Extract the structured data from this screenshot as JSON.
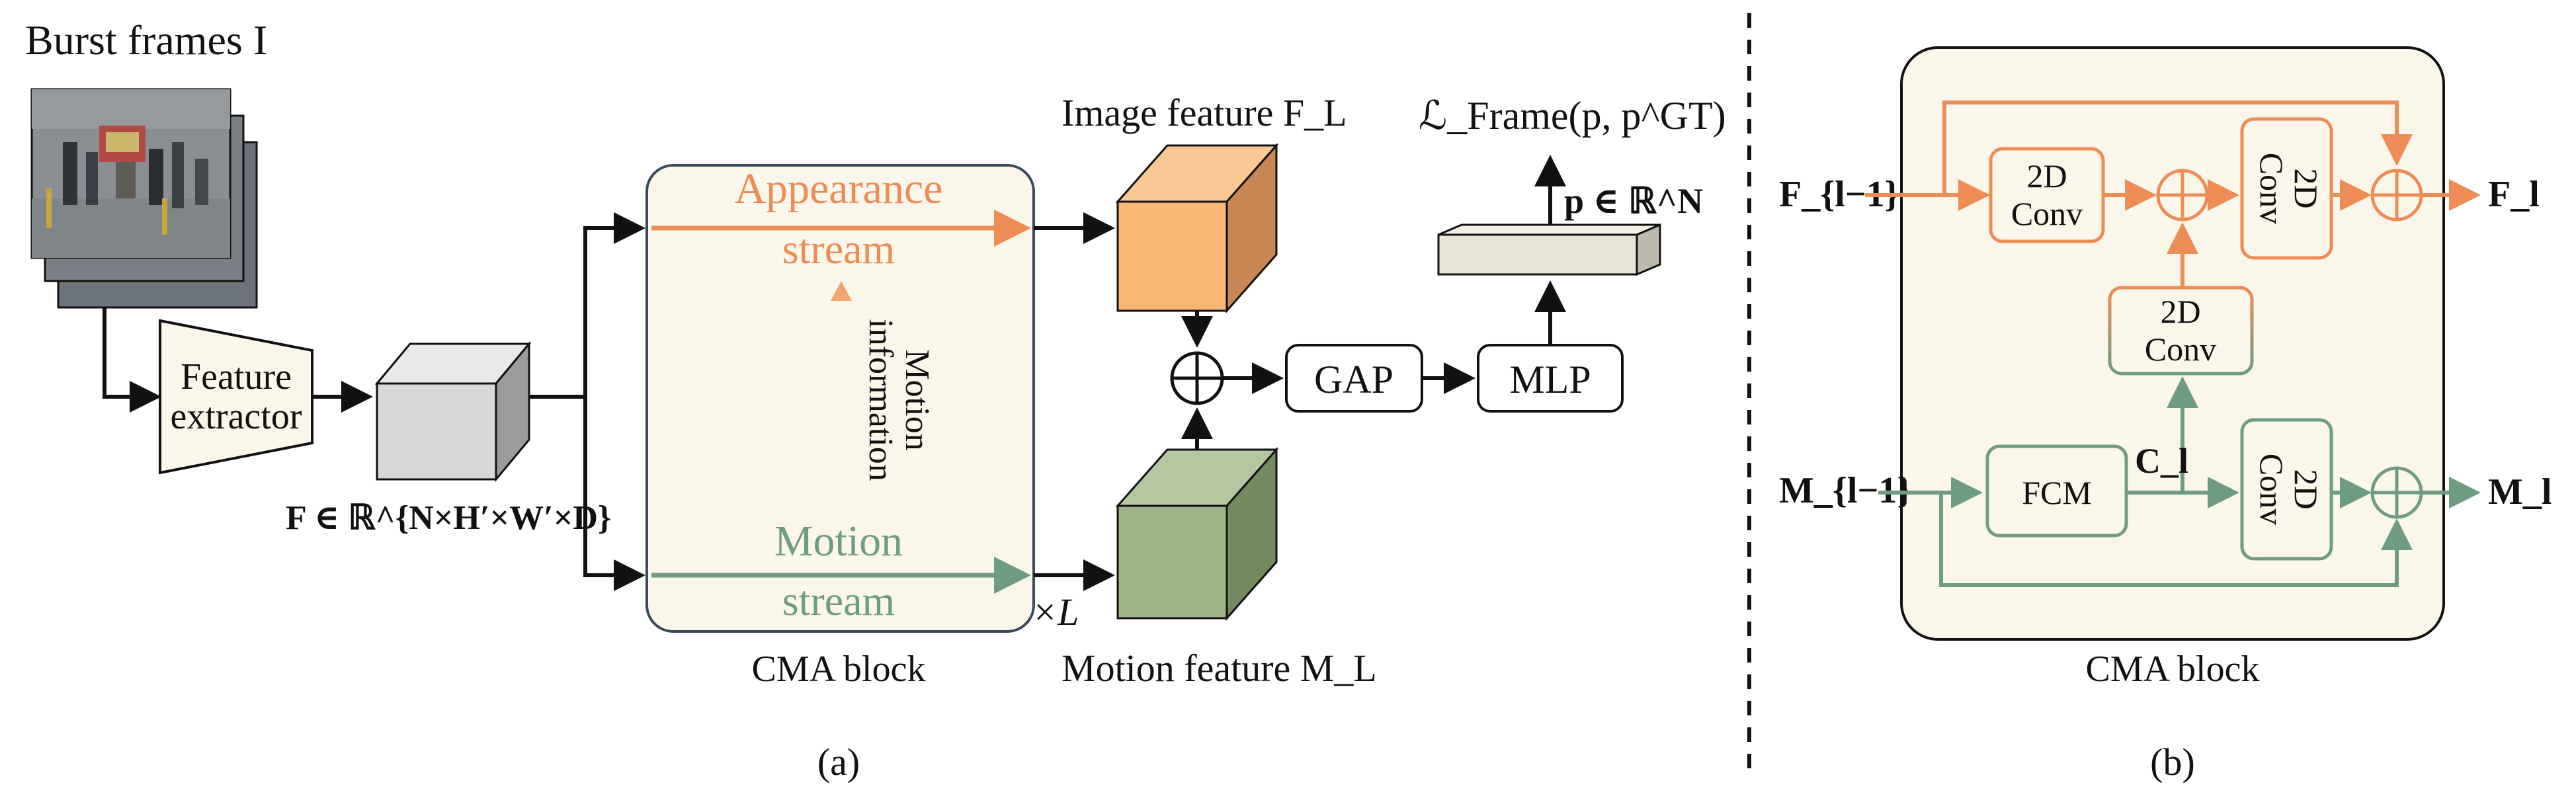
{
  "panel_a": {
    "burst_label": "Burst frames I",
    "feature_extractor": [
      "Feature",
      "extractor"
    ],
    "feature_tensor": "F ∈ ℝ^{N×H′×W′×D}",
    "appearance_stream": [
      "Appearance",
      "stream"
    ],
    "motion_information": [
      "Motion",
      "information"
    ],
    "motion_stream": [
      "Motion",
      "stream"
    ],
    "repeat": "×L",
    "cma_block": "CMA block",
    "image_feature": "Image feature F_L",
    "motion_feature": "Motion feature M_L",
    "gap": "GAP",
    "mlp": "MLP",
    "loss": "ℒ_Frame(p, p^GT)",
    "p_vec": "p ∈ ℝ^N",
    "caption": "(a)"
  },
  "panel_b": {
    "f_in": "F_{l−1}",
    "f_out": "F_l",
    "m_in": "M_{l−1}",
    "m_out": "M_l",
    "conv_label": [
      "2D",
      "Conv"
    ],
    "fcm": "FCM",
    "c_label": "C_l",
    "cma_block": "CMA block",
    "caption": "(b)"
  },
  "colors": {
    "orange": "#ED8C55",
    "green": "#6E9C81",
    "block_bg": "#FAF7EA",
    "image_cube_front": "#F8B574",
    "image_cube_top": "#FAC893",
    "image_cube_side": "#C88755",
    "motion_cube_front": "#9DB586",
    "motion_cube_top": "#B4C7A1",
    "motion_cube_side": "#738A60",
    "gray_cube_front": "#D8D8D8",
    "gray_cube_top": "#E9E9E9",
    "gray_cube_side": "#9C9C9C"
  }
}
